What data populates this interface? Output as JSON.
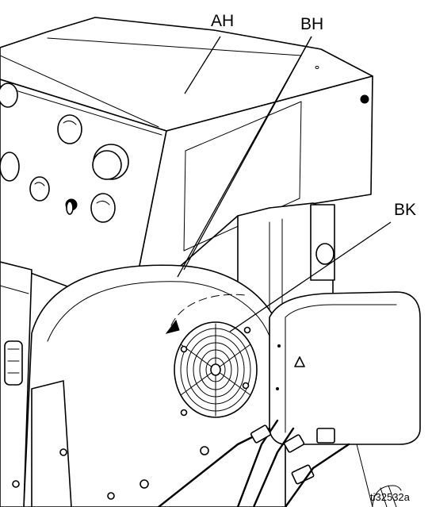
{
  "callouts": {
    "ah": "AH",
    "bh": "BH",
    "bk": "BK"
  },
  "figure_ref": "ti32532a"
}
